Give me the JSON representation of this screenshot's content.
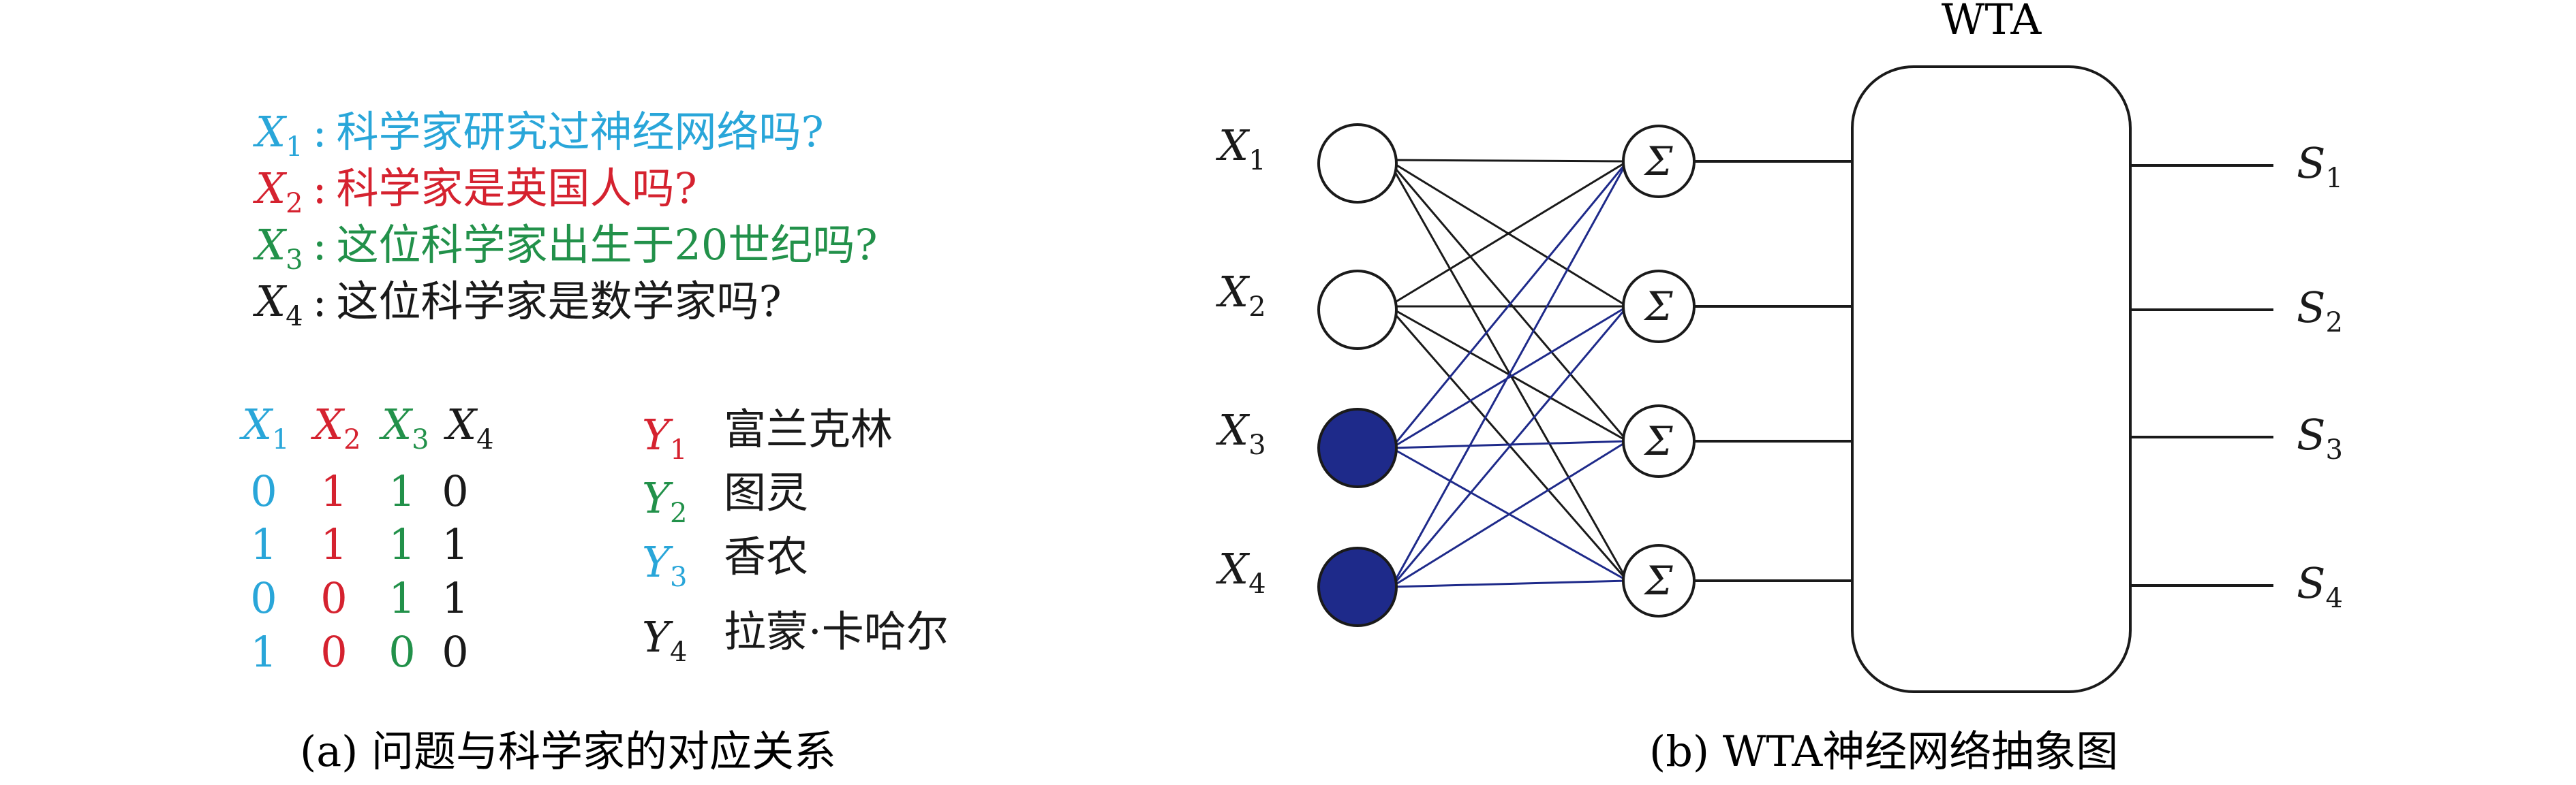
{
  "colors": {
    "x1": "#29a6d9",
    "x2": "#d5222f",
    "x3": "#22914a",
    "x4": "#1a1a1a",
    "filled_node": "#1e2a8a",
    "line_blue": "#1e2a8a",
    "line_black": "#1a1a1a"
  },
  "panel_a": {
    "questions": [
      {
        "var": "X",
        "sub": "1",
        "colon": ":",
        "text": "科学家研究过神经网络吗?",
        "color_key": "x1"
      },
      {
        "var": "X",
        "sub": "2",
        "colon": ":",
        "text": "科学家是英国人吗?",
        "color_key": "x2"
      },
      {
        "var": "X",
        "sub": "3",
        "colon": ":",
        "text": "这位科学家出生于20世纪吗?",
        "color_key": "x3"
      },
      {
        "var": "X",
        "sub": "4",
        "colon": ":",
        "text": "这位科学家是数学家吗?",
        "color_key": "x4"
      }
    ],
    "table_headers": [
      {
        "var": "X",
        "sub": "1"
      },
      {
        "var": "X",
        "sub": "2"
      },
      {
        "var": "X",
        "sub": "3"
      },
      {
        "var": "X",
        "sub": "4"
      }
    ],
    "table_rows": [
      [
        "0",
        "1",
        "1",
        "0"
      ],
      [
        "1",
        "1",
        "1",
        "1"
      ],
      [
        "0",
        "0",
        "1",
        "1"
      ],
      [
        "1",
        "0",
        "0",
        "0"
      ]
    ],
    "scientists": [
      {
        "var": "Y",
        "sub": "1",
        "name": "富兰克林",
        "color_key": "x2"
      },
      {
        "var": "Y",
        "sub": "2",
        "name": "图灵",
        "color_key": "x3"
      },
      {
        "var": "Y",
        "sub": "3",
        "name": "香农",
        "color_key": "x1"
      },
      {
        "var": "Y",
        "sub": "4",
        "name": "拉蒙·卡哈尔",
        "color_key": "x4"
      }
    ],
    "caption": "(a) 问题与科学家的对应关系"
  },
  "panel_b": {
    "inputs": [
      {
        "var": "X",
        "sub": "1",
        "filled": false
      },
      {
        "var": "X",
        "sub": "2",
        "filled": false
      },
      {
        "var": "X",
        "sub": "3",
        "filled": true
      },
      {
        "var": "X",
        "sub": "4",
        "filled": true
      }
    ],
    "sum_symbol": "Σ",
    "wta_label": "WTA",
    "outputs": [
      {
        "var": "S",
        "sub": "1"
      },
      {
        "var": "S",
        "sub": "2"
      },
      {
        "var": "S",
        "sub": "3"
      },
      {
        "var": "S",
        "sub": "4"
      }
    ],
    "caption": "(b) WTA神经网络抽象图"
  }
}
